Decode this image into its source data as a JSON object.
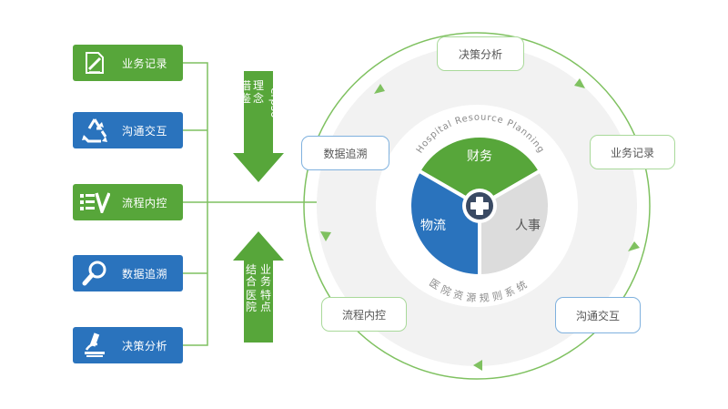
{
  "left_modules": [
    {
      "label": "业务记录",
      "color": "#57a63a",
      "icon": "document-pen-icon"
    },
    {
      "label": "沟通交互",
      "color": "#2a73bd",
      "icon": "recycle-icon"
    },
    {
      "label": "流程内控",
      "color": "#57a63a",
      "icon": "flow-list-icon"
    },
    {
      "label": "数据追溯",
      "color": "#2a73bd",
      "icon": "magnifier-icon"
    },
    {
      "label": "决策分析",
      "color": "#2a73bd",
      "icon": "microscope-icon"
    }
  ],
  "arrows": {
    "down_text": [
      "借鉴",
      "理念",
      "erpso"
    ],
    "up_text": [
      "结合",
      "医院",
      "业务",
      "特点"
    ],
    "color": "#57a63a"
  },
  "ring_nodes": [
    {
      "label": "决策分析",
      "style": "green"
    },
    {
      "label": "业务记录",
      "style": "green"
    },
    {
      "label": "沟通交互",
      "style": "blue"
    },
    {
      "label": "流程内控",
      "style": "green"
    },
    {
      "label": "数据追溯",
      "style": "blue"
    }
  ],
  "center": {
    "arc_top": "Hospital Resource Planning",
    "arc_bottom": "医院资源规则系统",
    "segments": [
      {
        "label": "财务",
        "color": "#57a63a"
      },
      {
        "label": "物流",
        "color": "#2a73bd"
      },
      {
        "label": "人事",
        "color": "#dcdcdc"
      }
    ],
    "cross_icon": "medical-cross-icon"
  }
}
